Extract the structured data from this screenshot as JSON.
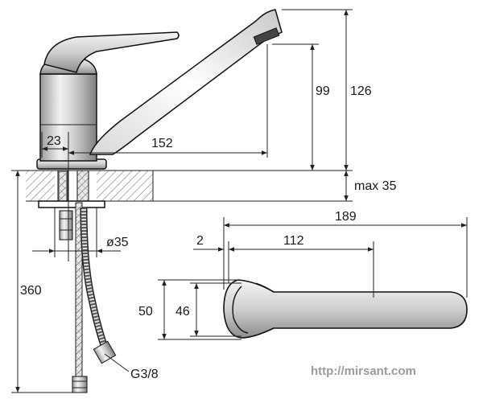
{
  "dimensions": {
    "spout_height": "99",
    "total_height": "126",
    "reach": "152",
    "body_offset": "23",
    "max_thickness": "max 35",
    "hole_diameter": "ø35",
    "hose_length": "360",
    "handle_length": "189",
    "handle_reach": "112",
    "handle_gap": "2",
    "handle_width_outer": "50",
    "handle_width_inner": "46",
    "thread": "G3/8"
  },
  "watermark": "http://mirsant.com",
  "colors": {
    "line": "#222222",
    "hatch": "#555555",
    "watermark": "#9a9a9a"
  }
}
